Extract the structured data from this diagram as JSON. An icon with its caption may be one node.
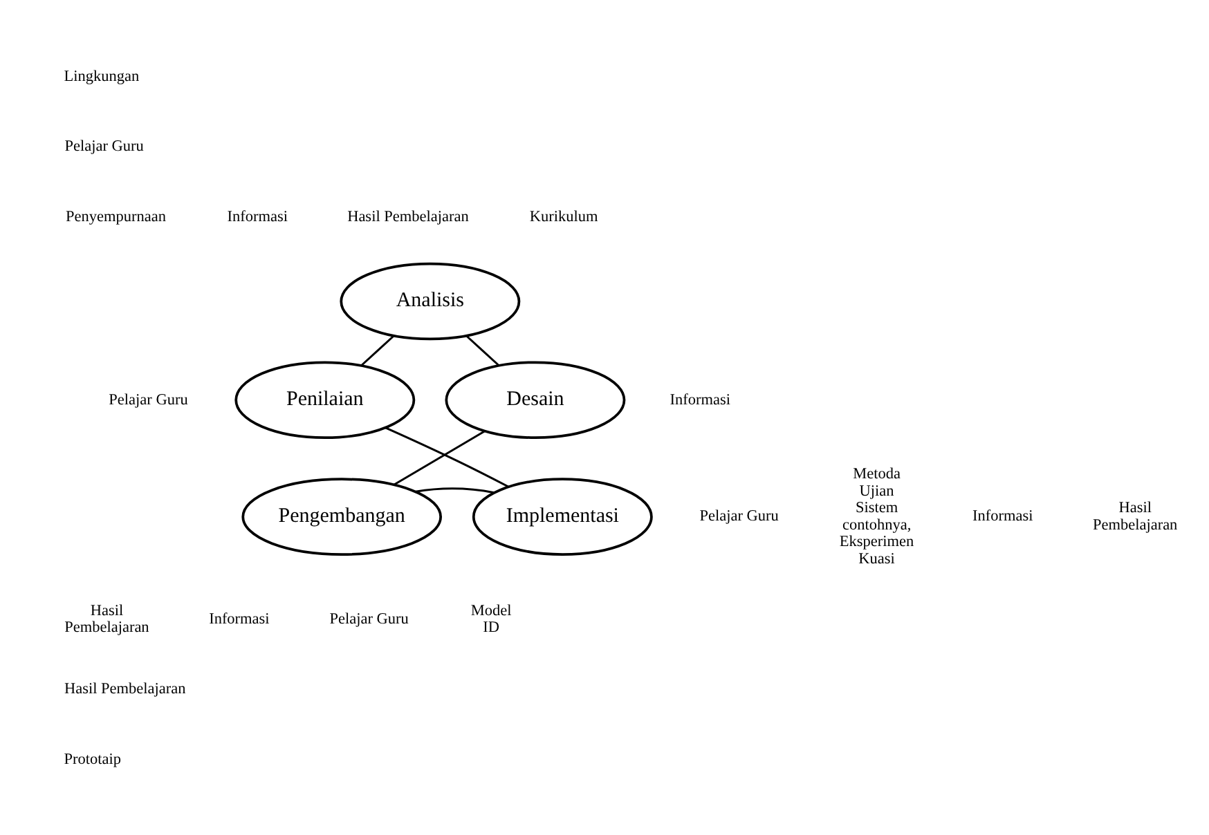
{
  "diagram": {
    "nodes": [
      {
        "text": [
          "Analisis"
        ]
      },
      {
        "text": [
          "Penilaian"
        ]
      },
      {
        "text": [
          "Desain"
        ]
      },
      {
        "text": [
          "Implementasi"
        ]
      },
      {
        "text": [
          "Pengembangan"
        ]
      }
    ],
    "edges": [
      {
        "from": 0,
        "to": 2,
        "arrow": "none"
      },
      {
        "from": 2,
        "to": 4,
        "arrow": "none"
      },
      {
        "from": 4,
        "to": 3,
        "arrow": "none"
      },
      {
        "from": 3,
        "to": 1,
        "arrow": "none"
      },
      {
        "from": 1,
        "to": 0,
        "arrow": "none"
      }
    ],
    "labels": [
      "Lingkungan",
      "Pelajar Guru",
      "Penyempurnaan",
      "Informasi",
      "Hasil Pembelajaran",
      "Kurikulum",
      "Informasi",
      "Pelajar Guru",
      "Pelajar Guru",
      "Metoda Ujian Sistem contohnya, Eksperimen Kuasi",
      "Informasi",
      "Hasil Pembelajaran",
      "Hasil Pembelajaran",
      "Model ID",
      "Pelajar Guru",
      "Informasi",
      "Hasil Pembelajaran",
      "Prototaip"
    ]
  }
}
